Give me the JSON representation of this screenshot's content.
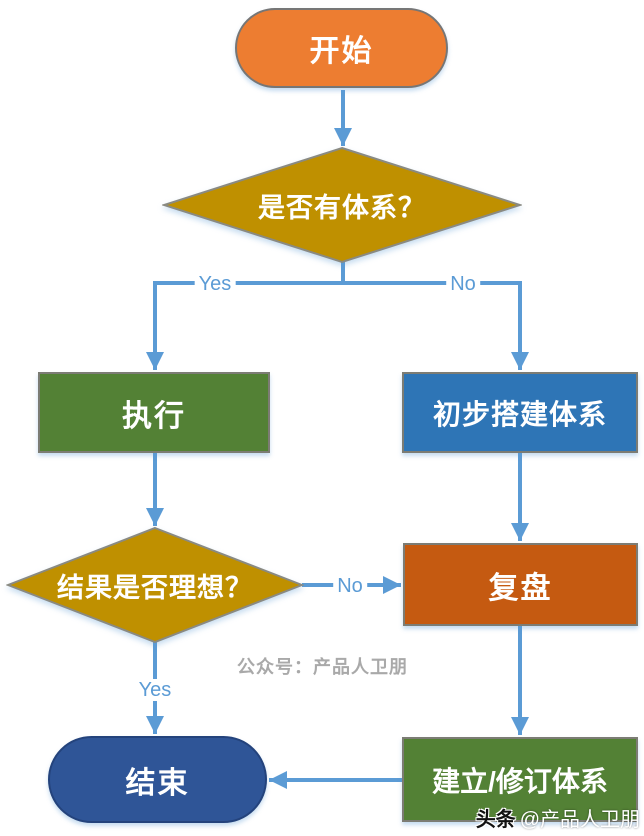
{
  "flowchart": {
    "nodes": {
      "start": {
        "label": "开始",
        "shape": "terminator",
        "fill": "#ED7D31",
        "text_color": "#FFFFFF"
      },
      "has_system": {
        "label": "是否有体系？",
        "shape": "decision",
        "fill": "#BF9000",
        "text_color": "#FFFFFF"
      },
      "execute": {
        "label": "执行",
        "shape": "process",
        "fill": "#538135",
        "text_color": "#FFFFFF"
      },
      "build_system": {
        "label": "初步搭建体系",
        "shape": "process",
        "fill": "#2E75B6",
        "text_color": "#FFFFFF"
      },
      "result_ideal": {
        "label": "结果是否理想？",
        "shape": "decision",
        "fill": "#BF9000",
        "text_color": "#FFFFFF"
      },
      "review": {
        "label": "复盘",
        "shape": "process",
        "fill": "#C55A11",
        "text_color": "#FFFFFF"
      },
      "revise": {
        "label": "建立/修订体系",
        "shape": "process",
        "fill": "#538135",
        "text_color": "#FFFFFF"
      },
      "end": {
        "label": "结束",
        "shape": "terminator",
        "fill": "#2F5597",
        "text_color": "#FFFFFF"
      }
    },
    "edges": [
      {
        "from": "start",
        "to": "has_system",
        "label": ""
      },
      {
        "from": "has_system",
        "to": "execute",
        "label": "Yes"
      },
      {
        "from": "has_system",
        "to": "build_system",
        "label": "No"
      },
      {
        "from": "execute",
        "to": "result_ideal",
        "label": ""
      },
      {
        "from": "build_system",
        "to": "review",
        "label": ""
      },
      {
        "from": "result_ideal",
        "to": "review",
        "label": "No"
      },
      {
        "from": "result_ideal",
        "to": "end",
        "label": "Yes"
      },
      {
        "from": "review",
        "to": "revise",
        "label": ""
      },
      {
        "from": "revise",
        "to": "end",
        "label": ""
      }
    ],
    "connector_color": "#5B9BD5"
  },
  "watermarks": {
    "center": "公众号：产品人卫朋",
    "corner_brand": "头条",
    "corner_handle": "@产品人卫朋"
  }
}
